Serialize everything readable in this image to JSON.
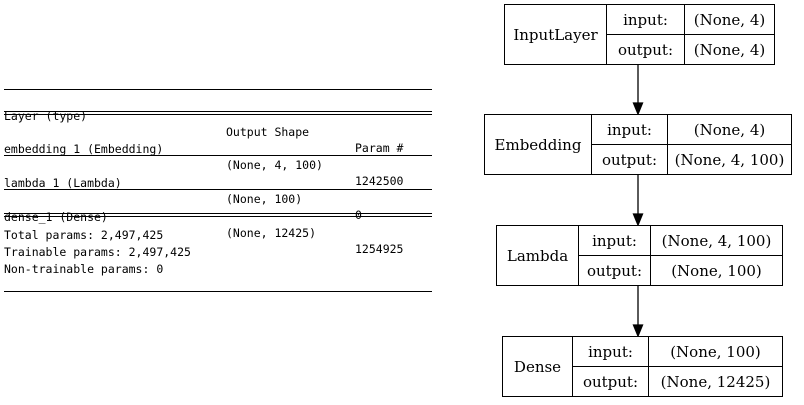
{
  "summary": {
    "headers": {
      "layer": "Layer (type)",
      "shape": "Output Shape",
      "params": "Param #"
    },
    "rows": [
      {
        "layer": "embedding_1 (Embedding)",
        "shape": "(None, 4, 100)",
        "params": "1242500"
      },
      {
        "layer": "lambda_1 (Lambda)",
        "shape": "(None, 100)",
        "params": "0"
      },
      {
        "layer": "dense_1 (Dense)",
        "shape": "(None, 12425)",
        "params": "1254925"
      }
    ],
    "total": "Total params: 2,497,425",
    "trainable": "Trainable params: 2,497,425",
    "non_trainable": "Non-trainable params: 0"
  },
  "diagram": {
    "nodes": [
      {
        "name": "InputLayer",
        "input_label": "input:",
        "input_value": "(None, 4)",
        "output_label": "output:",
        "output_value": "(None, 4)"
      },
      {
        "name": "Embedding",
        "input_label": "input:",
        "input_value": "(None, 4)",
        "output_label": "output:",
        "output_value": "(None, 4, 100)"
      },
      {
        "name": "Lambda",
        "input_label": "input:",
        "input_value": "(None, 4, 100)",
        "output_label": "output:",
        "output_value": "(None, 100)"
      },
      {
        "name": "Dense",
        "input_label": "input:",
        "input_value": "(None, 100)",
        "output_label": "output:",
        "output_value": "(None, 12425)"
      }
    ]
  }
}
